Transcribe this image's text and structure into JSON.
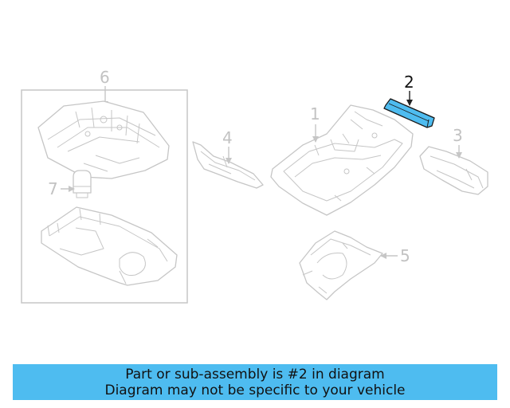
{
  "diagram": {
    "callouts": {
      "part_1": "1",
      "part_2": "2",
      "part_3": "3",
      "part_4": "4",
      "part_5": "5",
      "part_6": "6",
      "part_7": "7"
    },
    "highlighted_part": "2",
    "highlight_color": "#4ebcf0",
    "line_color": "#c6c6c6"
  },
  "banner": {
    "line1": "Part or sub-assembly is #2 in diagram",
    "line2": "Diagram may not be specific to your vehicle",
    "background_color": "#4ebcf0"
  }
}
